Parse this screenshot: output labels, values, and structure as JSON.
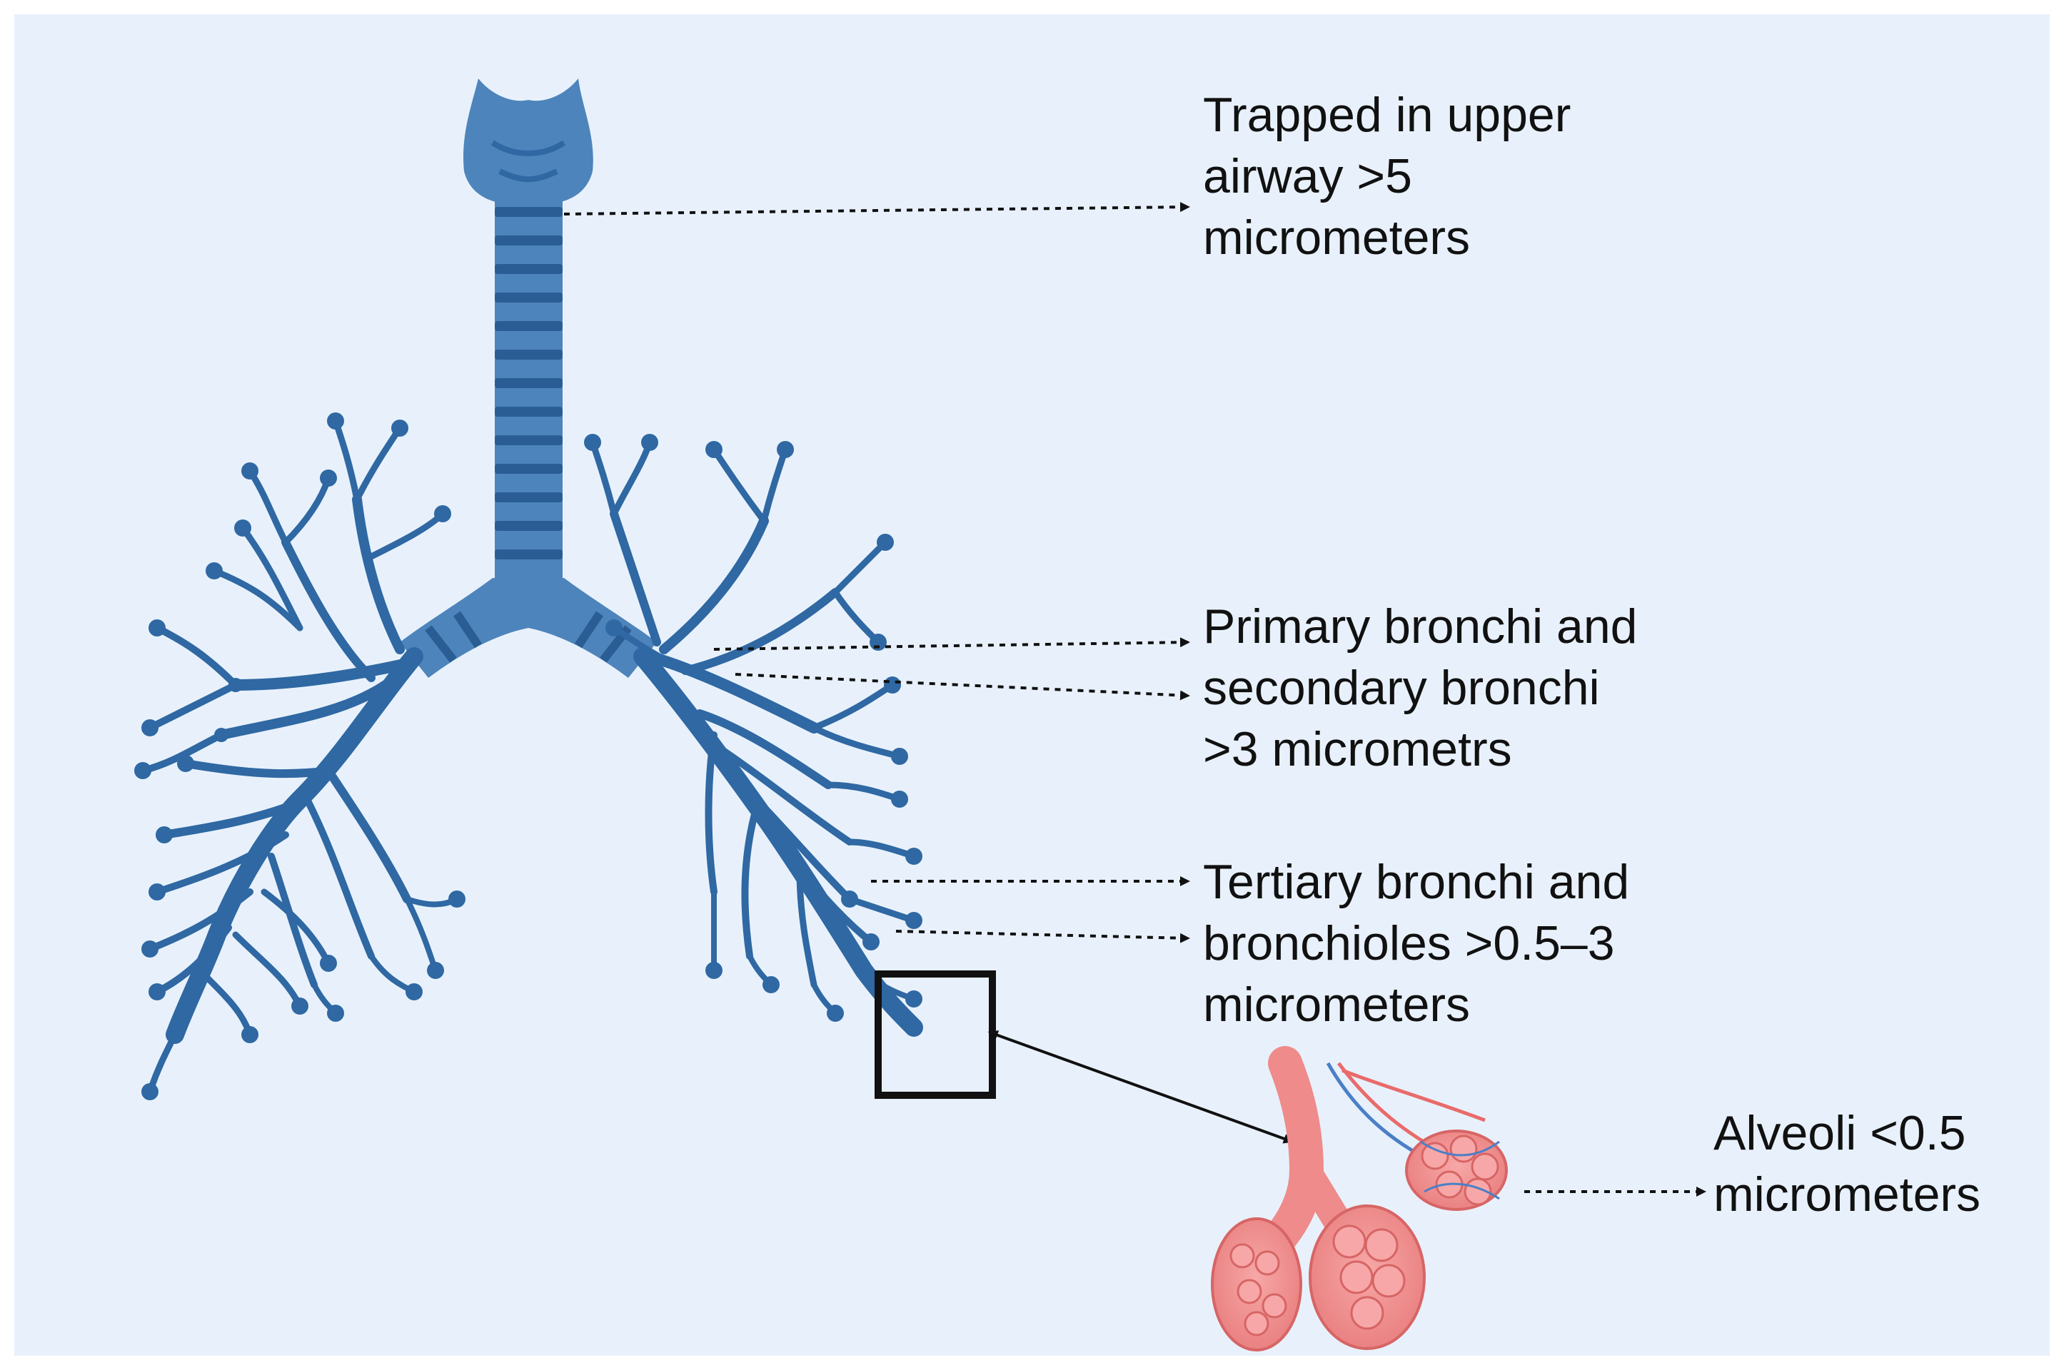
{
  "labels": {
    "upper_airway": {
      "lines": [
        "Trapped in upper",
        "airway >5",
        "micrometers"
      ]
    },
    "primary_secondary": {
      "lines": [
        "Primary bronchi and",
        "secondary bronchi",
        ">3 micrometrs"
      ]
    },
    "tertiary": {
      "lines": [
        "Tertiary bronchi and",
        "bronchioles >0.5–3",
        "micrometers"
      ]
    },
    "alveoli": {
      "lines": [
        "Alveoli <0.5",
        "micrometers"
      ]
    }
  },
  "colors": {
    "background": "#e8f1fb",
    "airway": "#2f68a3",
    "airway_light": "#4d84bc",
    "trachea_ring": "#2a5d93",
    "alveoli_fill": "#f18d8d",
    "alveoli_stroke": "#d76565",
    "vessel_red": "#e96b6b",
    "vessel_blue": "#4b7fc7",
    "zoom_box": "#111111"
  }
}
